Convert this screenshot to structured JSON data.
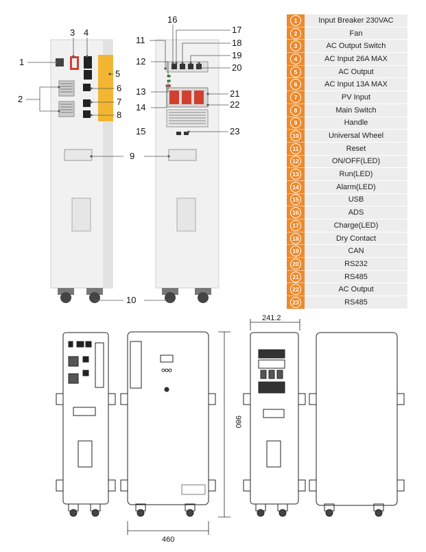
{
  "legend": [
    {
      "num": "1",
      "label": "Input Breaker 230VAC"
    },
    {
      "num": "2",
      "label": "Fan"
    },
    {
      "num": "3",
      "label": "AC Output Switch"
    },
    {
      "num": "4",
      "label": "AC Input 26A MAX"
    },
    {
      "num": "5",
      "label": "AC Output"
    },
    {
      "num": "6",
      "label": "AC Input 13A MAX"
    },
    {
      "num": "7",
      "label": "PV Input"
    },
    {
      "num": "8",
      "label": "Main Switch"
    },
    {
      "num": "9",
      "label": "Handle"
    },
    {
      "num": "10",
      "label": "Universal Wheel"
    },
    {
      "num": "11",
      "label": "Reset"
    },
    {
      "num": "12",
      "label": "ON/OFF(LED)"
    },
    {
      "num": "13",
      "label": "Run(LED)"
    },
    {
      "num": "14",
      "label": "Alarm(LED)"
    },
    {
      "num": "15",
      "label": "USB"
    },
    {
      "num": "16",
      "label": "ADS"
    },
    {
      "num": "17",
      "label": "Charge(LED)"
    },
    {
      "num": "18",
      "label": "Dry Contact"
    },
    {
      "num": "19",
      "label": "CAN"
    },
    {
      "num": "20",
      "label": "RS232"
    },
    {
      "num": "21",
      "label": "RS485"
    },
    {
      "num": "22",
      "label": "AC Output"
    },
    {
      "num": "23",
      "label": "RS485"
    }
  ],
  "callouts": {
    "c1": "1",
    "c2": "2",
    "c3": "3",
    "c4": "4",
    "c5": "5",
    "c6": "6",
    "c7": "7",
    "c8": "8",
    "c9": "9",
    "c10": "10",
    "c11": "11",
    "c12": "12",
    "c13": "13",
    "c14": "14",
    "c15": "15",
    "c16": "16",
    "c17": "17",
    "c18": "18",
    "c19": "19",
    "c20": "20",
    "c21": "21",
    "c22": "22",
    "c23": "23"
  },
  "dimensions": {
    "depth": "241.2",
    "height": "980",
    "width": "460"
  },
  "colors": {
    "accent": "#ec8a2c",
    "legend_bg": "#ededed",
    "cabinet": "#f4f4f4",
    "panel_yellow": "#f2b632"
  }
}
